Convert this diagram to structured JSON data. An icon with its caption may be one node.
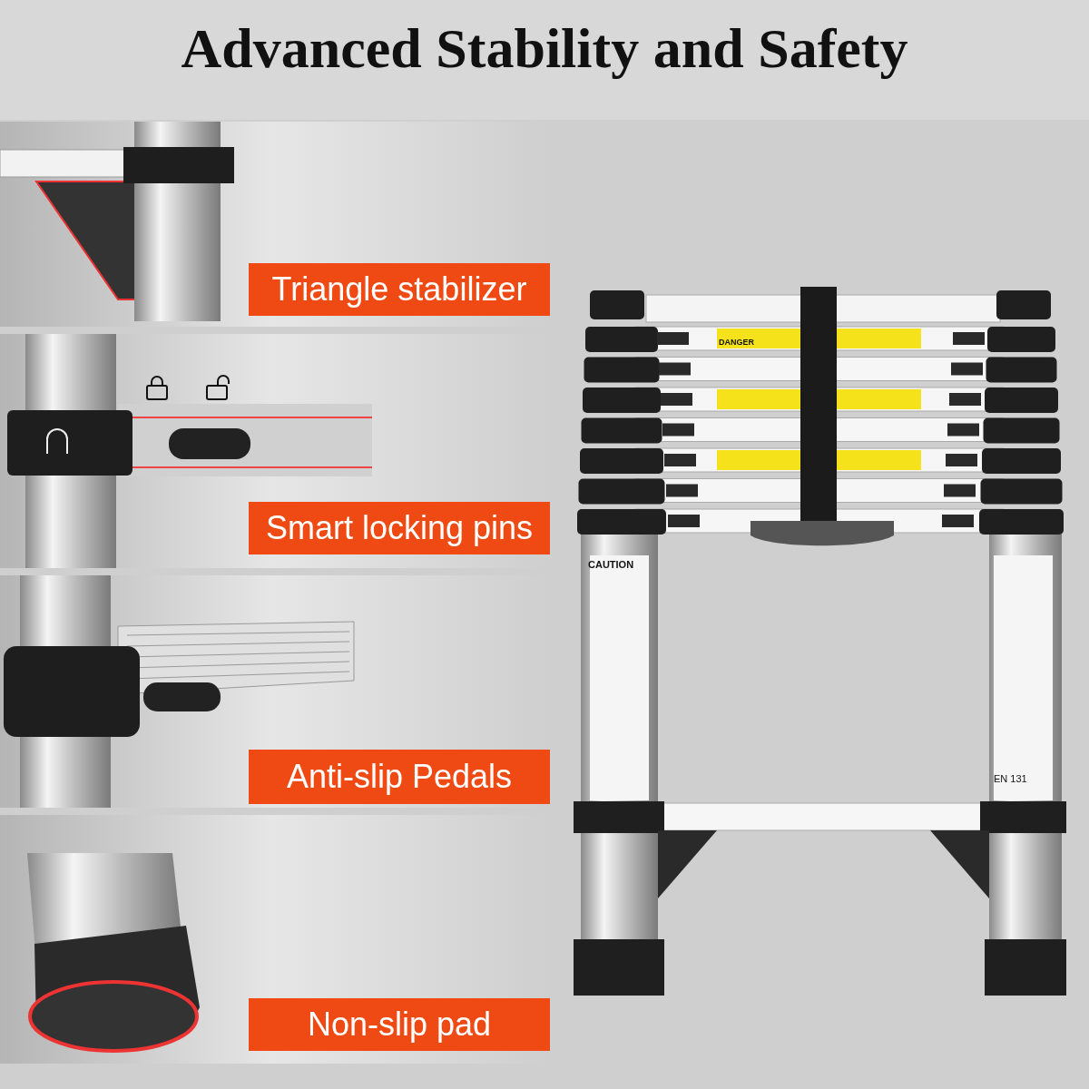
{
  "diagram": {
    "title": "Advanced Stability and Safety",
    "nodes": [
      {
        "text": [
          "Triangle stabilizer"
        ]
      },
      {
        "text": [
          "Smart locking pins"
        ]
      },
      {
        "text": [
          "Anti-slip Pedals"
        ]
      },
      {
        "text": [
          "Non-slip pad"
        ]
      }
    ],
    "labels": [
      "DANGER",
      "CAUTION",
      "EN 131"
    ]
  }
}
